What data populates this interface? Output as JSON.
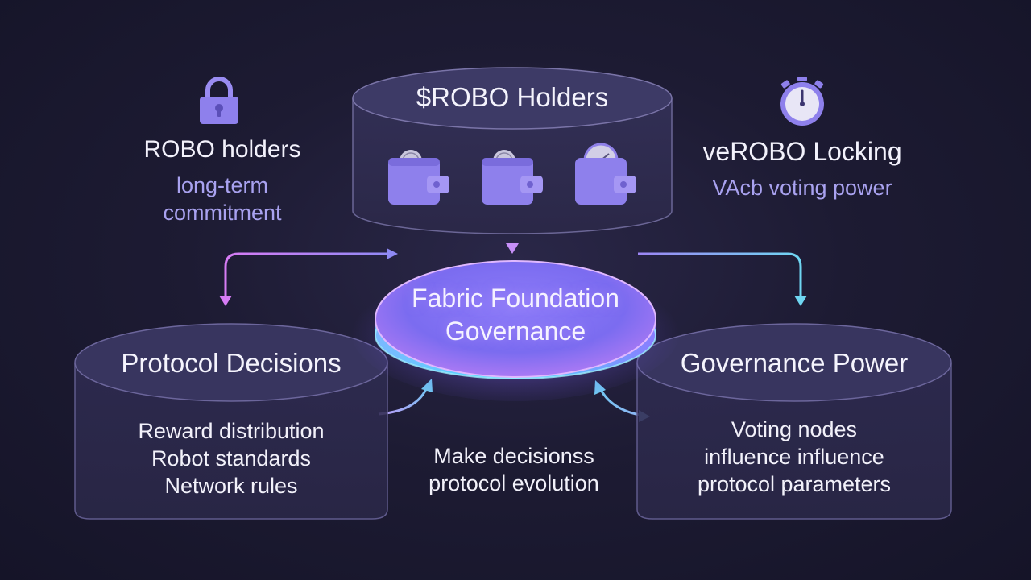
{
  "holders_box": {
    "title": "$ROBO Holders"
  },
  "left_info": {
    "title": "ROBO holders",
    "subtitle_lines": [
      "long-term",
      "commitment"
    ]
  },
  "right_info": {
    "title": "veROBO Locking",
    "subtitle": "VAcb voting power"
  },
  "center": {
    "title_lines": [
      "Fabric Foundation",
      "Governance"
    ]
  },
  "protocol_box": {
    "title": "Protocol Decisions",
    "lines": [
      "Reward distribution",
      "Robot standards",
      "Network rules"
    ]
  },
  "governance_box": {
    "title": "Governance Power",
    "lines": [
      "Voting nodes",
      "influence influence",
      "protocol parameters"
    ]
  },
  "middle_note": {
    "lines": [
      "Make decisionss",
      "protocol evolution"
    ]
  },
  "icons": {
    "left": "lock-icon",
    "right": "stopwatch-icon",
    "wallets": [
      "wallet-icon",
      "wallet-icon",
      "wallet-icon"
    ]
  },
  "colors": {
    "accent_purple": "#8b7cf0",
    "accent_pink": "#d77cf5",
    "accent_cyan": "#6fd6f2",
    "subtitle": "#a9a2f0"
  }
}
